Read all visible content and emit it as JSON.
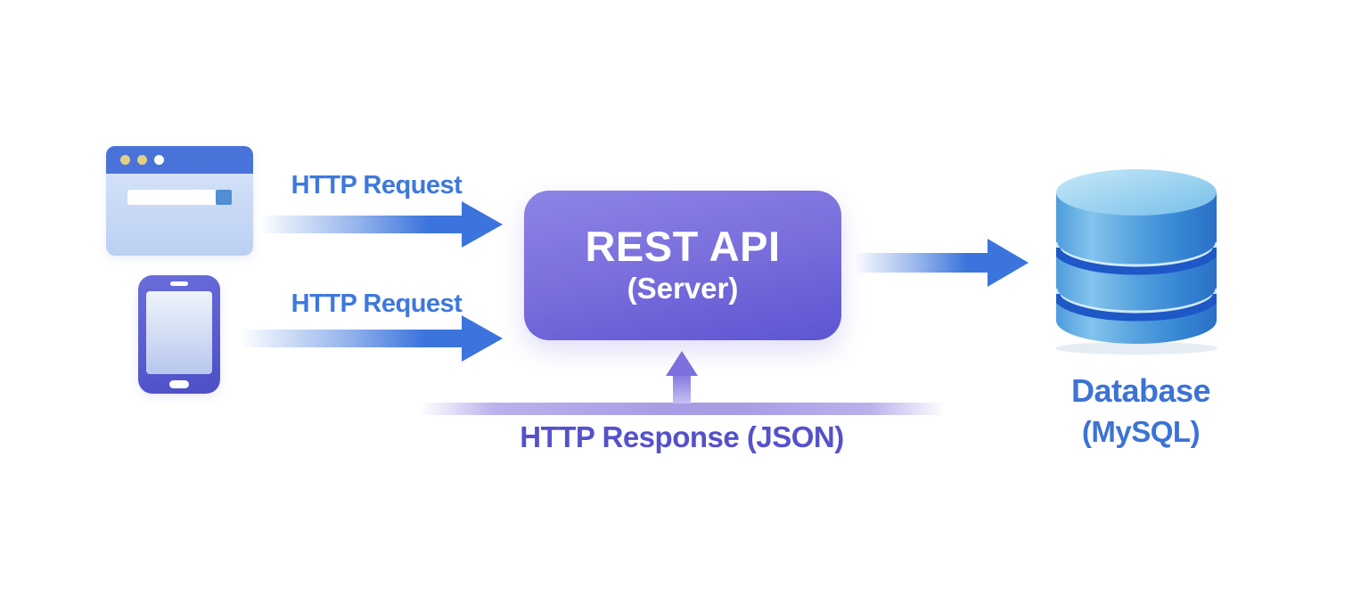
{
  "diagram": {
    "type": "rest-api-architecture-flow",
    "background": "#ffffff",
    "labels": {
      "request_top": "HTTP Request",
      "request_bottom": "HTTP Request",
      "response": "HTTP Response (JSON)"
    },
    "server": {
      "title": "REST API",
      "subtitle": "(Server)"
    },
    "database": {
      "title": "Database",
      "subtitle": "(MySQL)"
    },
    "icons": {
      "client_top": "browser-window-icon",
      "client_bottom": "smartphone-icon",
      "datastore": "database-cylinder-icon",
      "request_arrows": "right-arrow-icon",
      "server_to_db": "right-arrow-icon",
      "response_arrow": "up-arrow-icon"
    },
    "colors": {
      "request_label": "#3d78dd",
      "request_arrow": "#3b74dc",
      "response_label": "#5551cb",
      "response_arrow": "#7b70dd",
      "server_box_top": "#8d84e6",
      "server_box_bottom": "#5d55d3",
      "server_text": "#ffffff",
      "database_label": "#3c73d4",
      "database_body_blue": "#3585d4",
      "database_band_dark": "#1d58c6",
      "browser_header": "#4a73d9",
      "phone_body": "#5a5bd0"
    }
  }
}
